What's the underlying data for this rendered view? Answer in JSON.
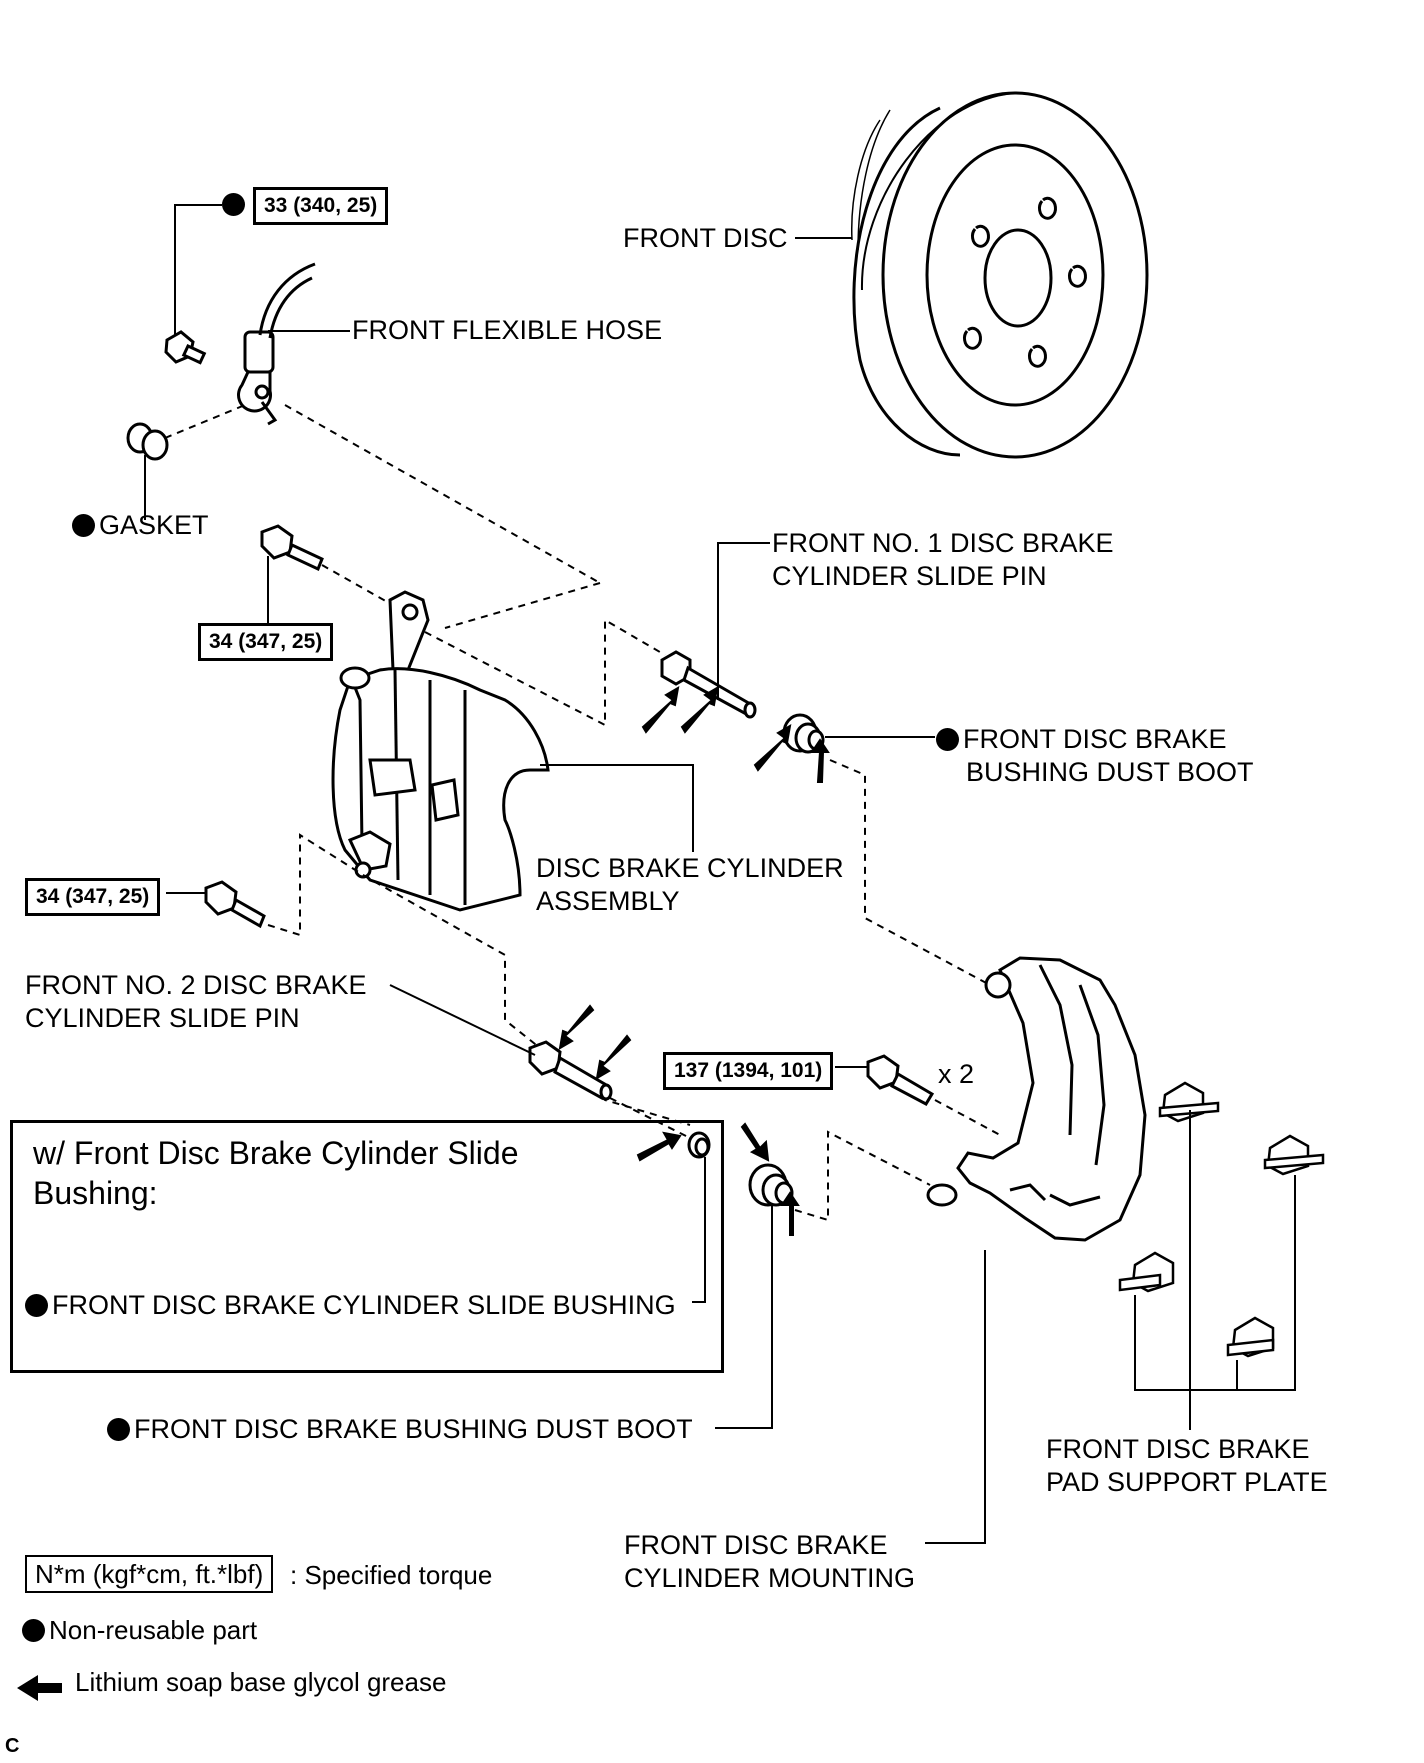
{
  "labels": {
    "front_disc": "FRONT DISC",
    "front_flexible_hose": "FRONT FLEXIBLE HOSE",
    "gasket": "GASKET",
    "slide_pin_1": [
      "FRONT NO. 1 DISC BRAKE",
      "CYLINDER SLIDE PIN"
    ],
    "dust_boot_upper": [
      "FRONT DISC BRAKE",
      "BUSHING DUST BOOT"
    ],
    "cylinder_assembly": [
      "DISC BRAKE CYLINDER",
      "ASSEMBLY"
    ],
    "slide_pin_2": [
      "FRONT NO. 2 DISC BRAKE",
      "CYLINDER SLIDE PIN"
    ],
    "dust_boot_lower": "FRONT DISC BRAKE BUSHING DUST BOOT",
    "pad_support_plate": [
      "FRONT DISC BRAKE",
      "PAD SUPPORT PLATE"
    ],
    "cylinder_mounting": [
      "FRONT DISC BRAKE",
      "CYLINDER MOUNTING"
    ],
    "times_two": "x 2"
  },
  "torques": {
    "hose_bolt": "33 (340, 25)",
    "upper_caliper_bolt": "34 (347, 25)",
    "lower_caliper_bolt": "34 (347, 25)",
    "mounting_bolt": "137 (1394, 101)"
  },
  "note_box": {
    "title": "w/ Front Disc Brake Cylinder Slide Bushing:",
    "item": "FRONT DISC BRAKE CYLINDER SLIDE BUSHING"
  },
  "legend": {
    "torque_unit": "N*m (kgf*cm, ft.*lbf)",
    "torque_desc": ": Specified torque",
    "non_reusable": "Non-reusable part",
    "grease": "Lithium soap base glycol grease"
  },
  "corner_code": "C"
}
